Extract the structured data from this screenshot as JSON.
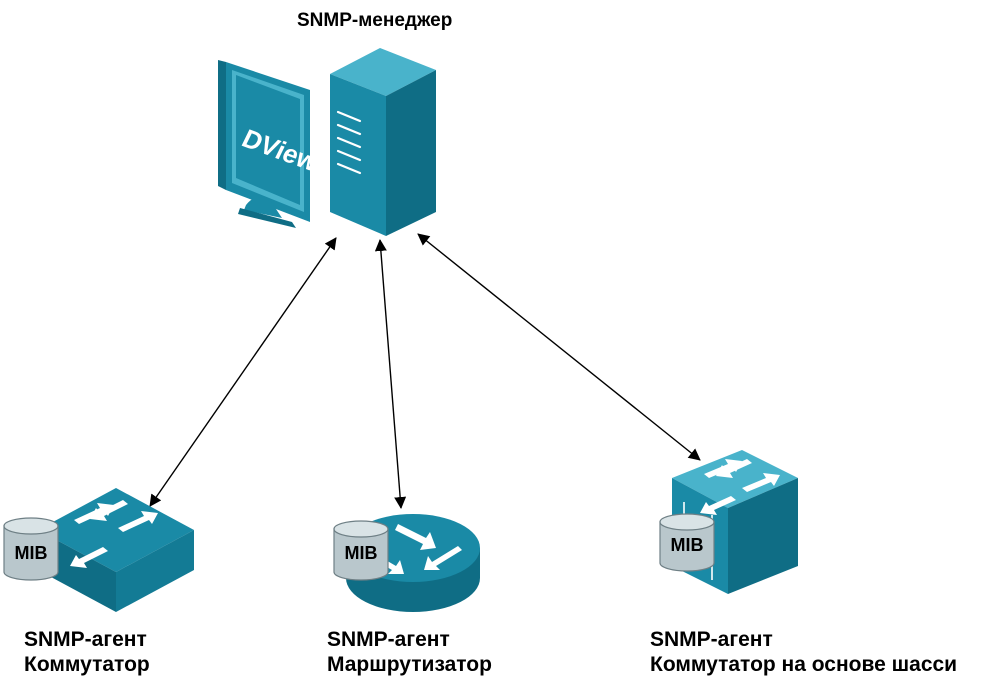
{
  "manager": {
    "label": "SNMP-менеджер",
    "monitor_text": "DView"
  },
  "agents": [
    {
      "role": "SNMP-агент",
      "device": "Коммутатор",
      "db_label": "MIB"
    },
    {
      "role": "SNMP-агент",
      "device": "Маршрутизатор",
      "db_label": "MIB"
    },
    {
      "role": "SNMP-агент",
      "device": "Коммутатор на основе шасси",
      "db_label": "MIB"
    }
  ],
  "colors": {
    "device_fill": "#1a8aa6",
    "device_dark": "#0f6d85",
    "device_light": "#49b3cb",
    "db_fill": "#b9c7cc",
    "db_top": "#d9e3e6",
    "arrow": "#000000"
  },
  "connections": [
    {
      "from": "manager",
      "to": "agent-switch",
      "bidirectional": true
    },
    {
      "from": "manager",
      "to": "agent-router",
      "bidirectional": true
    },
    {
      "from": "manager",
      "to": "agent-chassis-switch",
      "bidirectional": true
    }
  ]
}
